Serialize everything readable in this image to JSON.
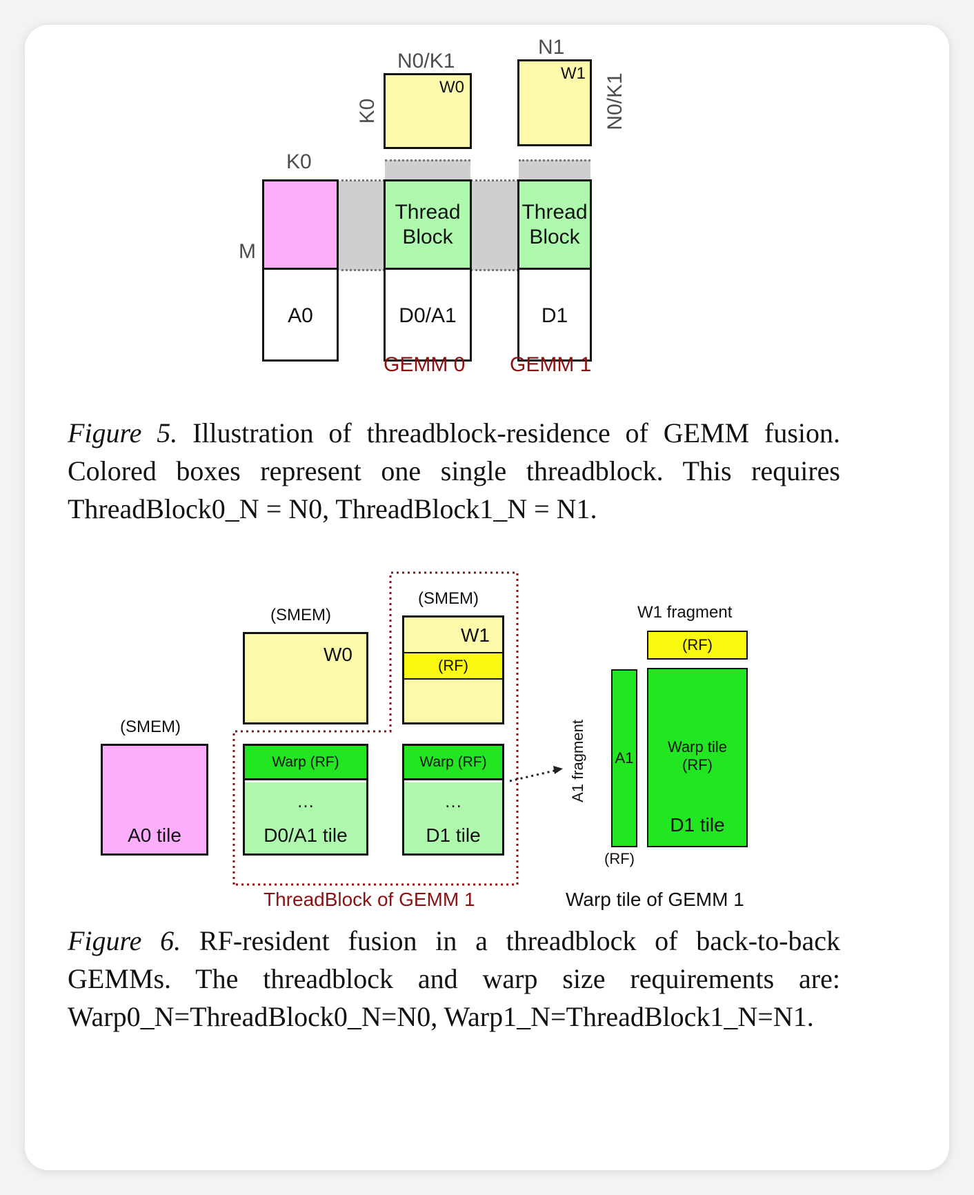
{
  "figure5": {
    "labels": {
      "k0_top": "K0",
      "k0_a0": "K0",
      "m": "M",
      "n0k1_top": "N0/K1",
      "n1_top": "N1",
      "n0k1_side": "N0/K1",
      "w0": "W0",
      "w1": "W1"
    },
    "blocks": {
      "a0": "A0",
      "d0a1": "D0/A1",
      "d1": "D1",
      "tb0": "Thread Block",
      "tb1": "Thread Block"
    },
    "gemm_labels": [
      "GEMM 0",
      "GEMM 1"
    ],
    "caption": {
      "fig": "Figure 5.",
      "text": "Illustration of threadblock-residence of GEMM fusion. Colored boxes represent one single threadblock.  This requires ThreadBlock0_N = N0, ThreadBlock1_N = N1."
    }
  },
  "figure6": {
    "smem": [
      "(SMEM)",
      "(SMEM)",
      "(SMEM)"
    ],
    "w0": "W0",
    "w1": "W1",
    "rf": "(RF)",
    "warp_rf_0": "Warp (RF)",
    "warp_rf_1": "Warp (RF)",
    "ellipsis_0": "…",
    "ellipsis_1": "…",
    "a0_tile": "A0 tile",
    "d0a1_tile": "D0/A1 tile",
    "d1_tile": "D1 tile",
    "threadblock_label": "ThreadBlock of GEMM 1",
    "w1_fragment": "W1 fragment",
    "w1_fragment_rf": "(RF)",
    "a1_fragment": "A1 fragment",
    "a1": "A1",
    "a1_rf": "(RF)",
    "warp_tile_rf": "Warp tile\n(RF)",
    "warp_d1_tile": "D1 tile",
    "warp_tile_label": "Warp tile of GEMM 1",
    "caption": {
      "fig": "Figure 6.",
      "text": "RF-resident fusion in a threadblock of back-to-back GEMMs.  The threadblock and warp size requirements are: Warp0_N=ThreadBlock0_N=N0, Warp1_N=ThreadBlock1_N=N1."
    }
  }
}
